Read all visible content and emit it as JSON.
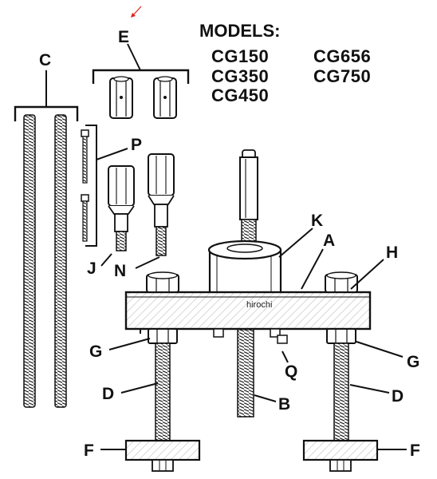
{
  "diagram": {
    "models_heading": "MODELS:",
    "models_left": [
      "CG150",
      "CG350",
      "CG450"
    ],
    "models_right": [
      "CG656",
      "CG750"
    ],
    "watermark": "hirochi",
    "labels": {
      "c": "C",
      "e": "E",
      "p": "P",
      "j": "J",
      "n": "N",
      "k": "K",
      "a": "A",
      "h": "H",
      "g_left": "G",
      "g_right": "G",
      "q": "Q",
      "d_left": "D",
      "d_right": "D",
      "b": "B",
      "f_left": "F",
      "f_right": "F"
    },
    "colors": {
      "ink": "#111111",
      "annotation_arrow": "#e02020"
    }
  }
}
